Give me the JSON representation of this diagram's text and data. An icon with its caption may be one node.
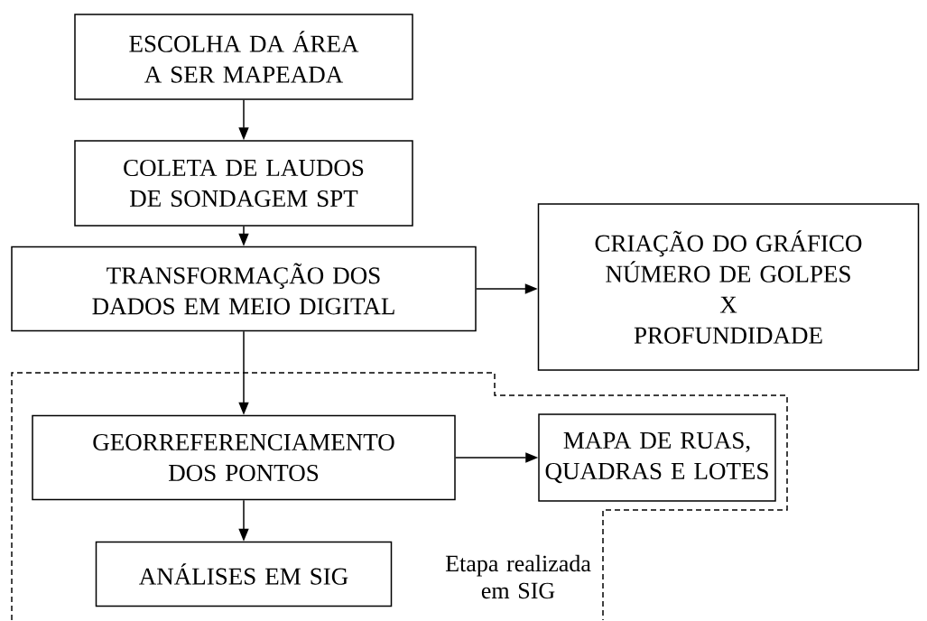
{
  "diagram": {
    "nodes": [
      {
        "text": [
          "ESCOLHA DA ÁREA A SER MAPEADA"
        ]
      },
      {
        "text": [
          "COLETA DE LAUDOS DE SONDAGEM SPT"
        ]
      },
      {
        "text": [
          "TRANSFORMAÇÃO DOS DADOS EM MEIO DIGITAL"
        ]
      },
      {
        "text": [
          "CRIAÇÃO DO GRÁFICO NÚMERO DE GOLPES",
          "X",
          "PROFUNDIDADE"
        ]
      },
      {
        "text": [
          "Etapa realizada em SIG"
        ]
      },
      {
        "text": [
          "GEORREFERENCIAMENTO DOS PONTOS"
        ],
        "in": 4
      },
      {
        "text": [
          "MAPA DE RUAS, QUADRAS E LOTES"
        ],
        "in": 4
      },
      {
        "text": [
          "ANÁLISES EM SIG"
        ],
        "in": 4
      }
    ],
    "edges": [
      {
        "from": 0,
        "to": 1,
        "arrow": "to"
      },
      {
        "from": 1,
        "to": 2,
        "arrow": "to"
      },
      {
        "from": 2,
        "to": 3,
        "arrow": "to"
      },
      {
        "from": 2,
        "to": 5,
        "arrow": "to"
      },
      {
        "from": 5,
        "to": 6,
        "arrow": "to"
      },
      {
        "from": 5,
        "to": 7,
        "arrow": "to"
      }
    ]
  }
}
